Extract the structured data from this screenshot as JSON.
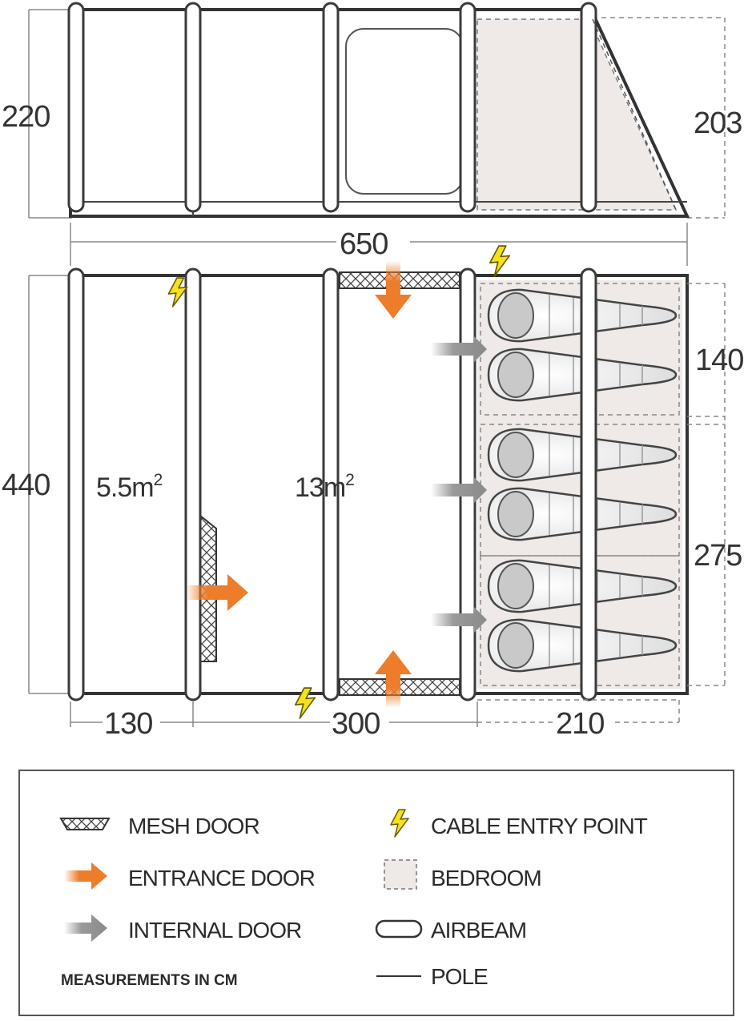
{
  "elevation": {
    "height_left": "220",
    "height_right": "203",
    "total_length": "650"
  },
  "floorplan": {
    "depth": "440",
    "area_left": "5.5m",
    "area_left_sup": "2",
    "area_main": "13m",
    "area_main_sup": "2",
    "bedroom_depth_top": "140",
    "bedroom_depth_bottom": "275",
    "width_left": "130",
    "width_middle": "300",
    "width_right": "210"
  },
  "legend": {
    "mesh_door": "MESH DOOR",
    "entrance_door": "ENTRANCE DOOR",
    "internal_door": "INTERNAL DOOR",
    "cable_entry_point": "CABLE ENTRY POINT",
    "bedroom": "BEDROOM",
    "airbeam": "AIRBEAM",
    "pole": "POLE",
    "measurements_note": "MEASUREMENTS IN CM"
  },
  "colors": {
    "entrance_arrow": "#ee7d2b",
    "internal_arrow": "#9a9a9a",
    "cable_bolt": "#f5e21a",
    "bedroom_fill": "#efe9e7",
    "outline": "#333333"
  }
}
